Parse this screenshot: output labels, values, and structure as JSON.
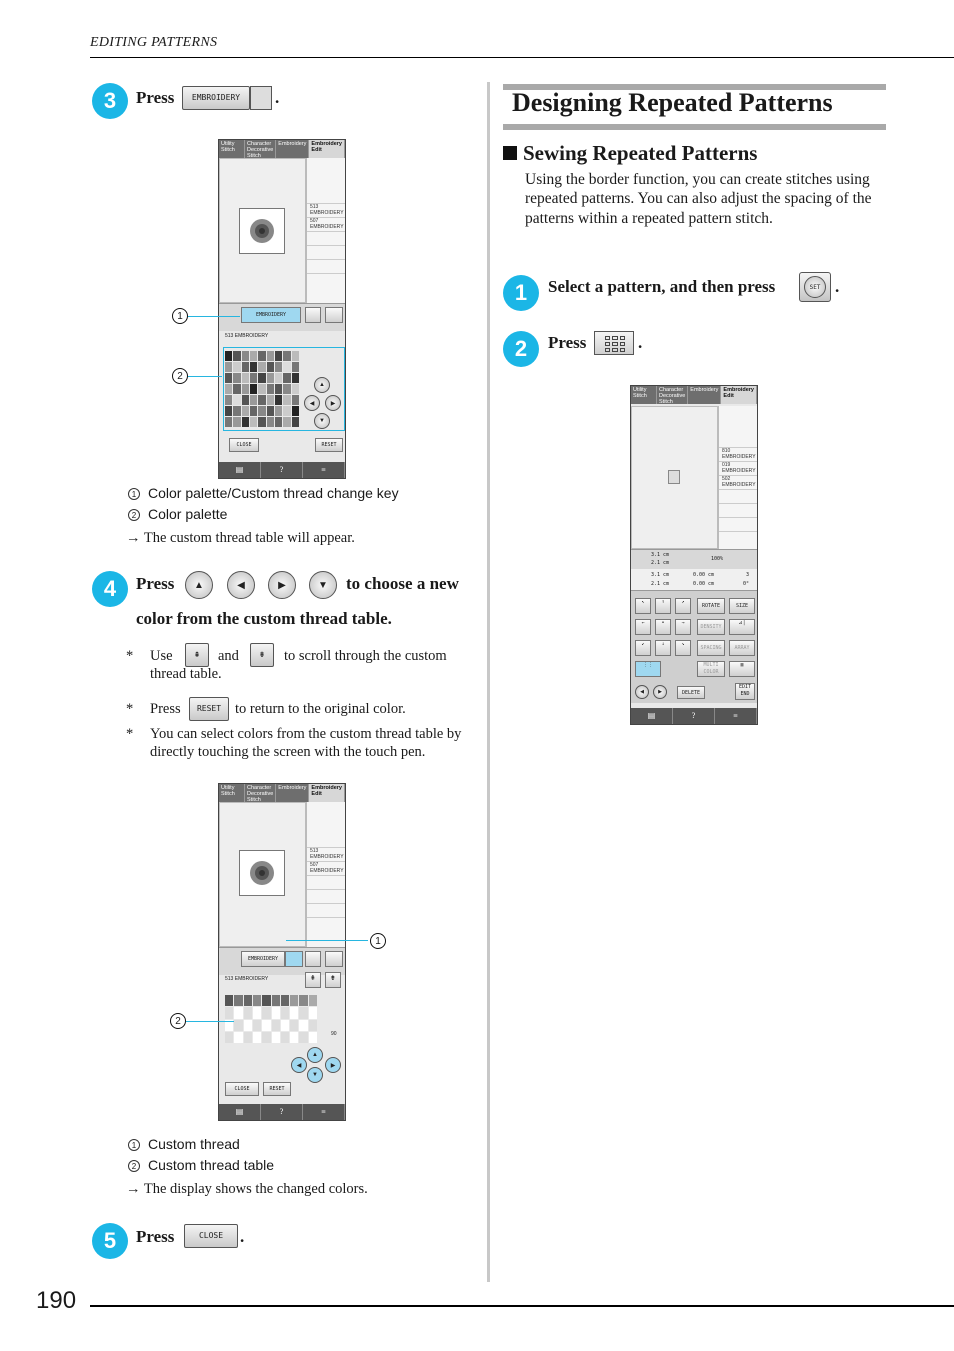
{
  "header": {
    "section": "EDITING PATTERNS"
  },
  "page_number": "190",
  "left": {
    "step3": {
      "num": "3",
      "text": "Press",
      "key_label": "EMBROIDERY",
      "end": "."
    },
    "fig1_legend": [
      {
        "num": "1",
        "text": "Color palette/Custom thread change key"
      },
      {
        "num": "2",
        "text": "Color palette"
      }
    ],
    "fig1_result": "→ The custom thread table will appear.",
    "step4": {
      "num": "4",
      "text_a": "Press",
      "text_b": "to choose a new",
      "text_c": "color from the custom thread table."
    },
    "step4_notes": [
      {
        "mark": "*",
        "a": "Use",
        "b": "and",
        "c": "to scroll through the custom thread table."
      },
      {
        "mark": "*",
        "a": "Press",
        "key": "RESET",
        "c": "to return to the original color."
      },
      {
        "mark": "*",
        "a": "You can select colors from the custom thread table by directly touching the screen with the touch pen."
      }
    ],
    "fig2_legend": [
      {
        "num": "1",
        "text": "Custom thread"
      },
      {
        "num": "2",
        "text": "Custom thread table"
      }
    ],
    "fig2_result": "→ The display shows the changed colors.",
    "step5": {
      "num": "5",
      "text": "Press",
      "key_label": "CLOSE",
      "end": "."
    }
  },
  "right": {
    "title": "Designing Repeated Patterns",
    "subsection": "Sewing Repeated Patterns",
    "para": "Using the border function, you can create stitches using repeated patterns. You can also adjust the spacing of the patterns within a repeated pattern stitch.",
    "step1": {
      "num": "1",
      "text": "Select a pattern, and then press",
      "key_label": "SET",
      "end": "."
    },
    "step2": {
      "num": "2",
      "text": "Press",
      "end": "."
    }
  },
  "screen": {
    "tabs": [
      "Utility Stitch",
      "Character Decorative Stitch",
      "Embroidery",
      "Embroidery Edit"
    ],
    "list_a": [
      "513 EMBROIDERY",
      "507 EMBROIDERY"
    ],
    "list_b": [
      "810 EMBROIDERY",
      "019 EMBROIDERY",
      "502 EMBROIDERY"
    ],
    "embroidery_key": "EMBROIDERY",
    "thread_info": "513 EMBROIDERY",
    "close": "CLOSE",
    "reset": "RESET",
    "size_w": "3.1 cm",
    "size_h": "2.1 cm",
    "zoom": "100%",
    "offset_x": "0.00 cm",
    "offset_y": "0.00 cm",
    "rotate_val": "3",
    "angle_val": "0°",
    "btns": [
      "ROTATE",
      "SIZE",
      "DENSITY",
      "SPACING",
      "ARRAY",
      "MULTI COLOR",
      "DELETE",
      "EDIT END"
    ],
    "count_90": "90"
  }
}
